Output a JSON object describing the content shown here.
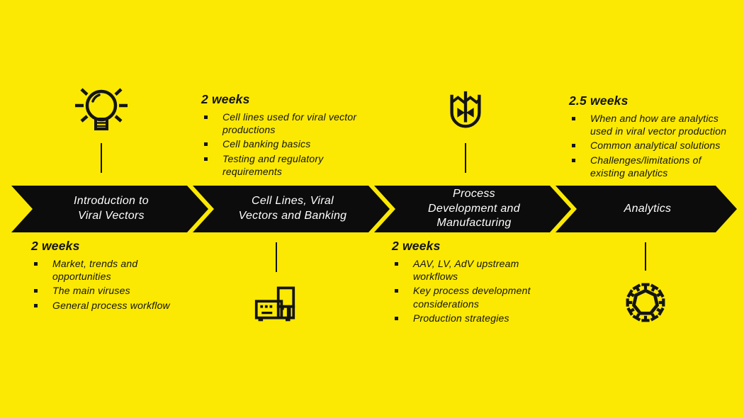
{
  "colors": {
    "background": "#FBE903",
    "arrow_fill": "#0C0C0C",
    "arrow_text": "#FFFFFF",
    "body_text": "#141414"
  },
  "stages": [
    {
      "label": "Introduction to\nViral Vectors",
      "duration": "2 weeks",
      "bullets": [
        "Market, trends and\nopportunities",
        "The main viruses",
        "General process workflow"
      ],
      "icon": "lightbulb-icon",
      "details_position": "below"
    },
    {
      "label": "Cell Lines, Viral\nVectors and Banking",
      "duration": "2 weeks",
      "bullets": [
        "Cell lines used for viral vector\nproductions",
        "Cell banking basics",
        "Testing and regulatory\nrequirements"
      ],
      "icon": "lab-instrument-icon",
      "details_position": "above"
    },
    {
      "label": "Process\nDevelopment and\nManufacturing",
      "duration": "2 weeks",
      "bullets": [
        "AAV, LV, AdV upstream\nworkflows",
        "Key process development\nconsiderations",
        "Production strategies"
      ],
      "icon": "bioreactor-icon",
      "details_position": "below"
    },
    {
      "label": "Analytics",
      "duration": "2.5 weeks",
      "bullets": [
        "When and how are analytics\nused in viral vector production",
        "Common analytical solutions",
        "Challenges/limitations of\nexisting analytics"
      ],
      "icon": "virus-icon",
      "details_position": "above"
    }
  ]
}
